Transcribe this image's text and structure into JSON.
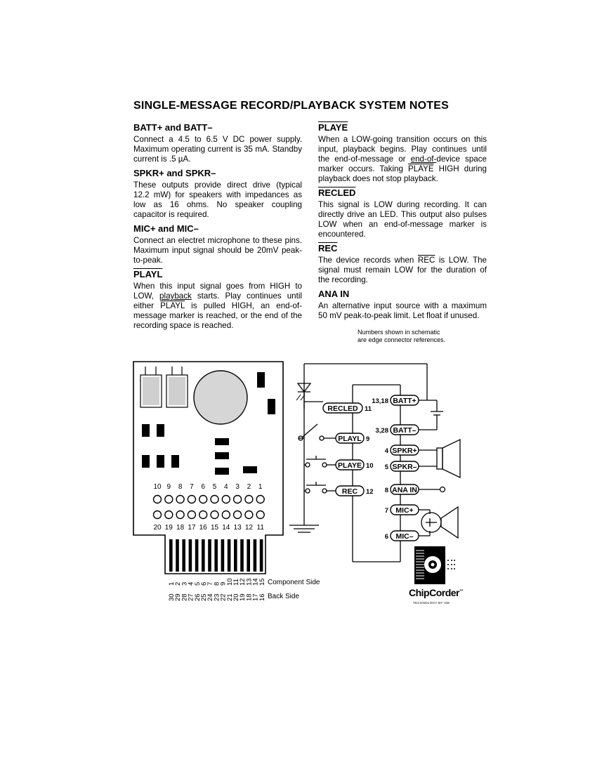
{
  "title": "SINGLE-MESSAGE RECORD/PLAYBACK SYSTEM NOTES",
  "left_sections": [
    {
      "heading": "BATT+ and BATT–",
      "text": "Connect a 4.5 to 6.5 V DC power supply. Maximum operating current is 35 mA. Standby current is .5 µA."
    },
    {
      "heading": "SPKR+ and SPKR–",
      "text": "These outputs provide direct drive (typical 12.2 mW) for speakers with impedances as low as 16 ohms. No speaker coupling capacitor is required."
    },
    {
      "heading": "MIC+ and MIC–",
      "text": "Connect an electret microphone to these pins. Maximum input signal should be 20mV peak-to-peak."
    },
    {
      "heading": "PLAYL",
      "text_a": "When this input signal goes from HIGH to LOW, ",
      "text_u1": "playback",
      "text_b": " starts. Play continues until either ",
      "text_ol": "PLAYL",
      "text_c": " is pulled HIGH, an end-of-message marker is reached, or the end of the recording space is reached."
    }
  ],
  "right_sections": [
    {
      "heading": "PLAYE",
      "text_a": "When a LOW-going transition occurs on this input, playback begins. Play continues until the end-of-message or ",
      "text_u": "end-of-",
      "text_b": "device space marker occurs. Taking ",
      "text_ol": "PLAYE",
      "text_c": " HIGH during playback does not stop playback."
    },
    {
      "heading": "RECLED",
      "text": "This signal is LOW during recording. It can directly drive an LED. This output also pulses LOW when an end-of-message marker is encountered."
    },
    {
      "heading": "REC",
      "text_a": "The device records when ",
      "text_ol": "REC",
      "text_b": " is LOW. The signal must remain LOW for the duration of the recording."
    },
    {
      "heading": "ANA IN",
      "text": "An alternative input source with a maximum 50 mV peak-to-peak limit. Let float if unused."
    }
  ],
  "note": "Numbers shown in schematic are edge connector references.",
  "board": {
    "top_numbers": [
      "10",
      "9",
      "8",
      "7",
      "6",
      "5",
      "4",
      "3",
      "2",
      "1"
    ],
    "bottom_numbers": [
      "20",
      "19",
      "18",
      "17",
      "16",
      "15",
      "14",
      "13",
      "12",
      "11"
    ]
  },
  "connector": {
    "component_side_numbers": [
      "1",
      "2",
      "3",
      "4",
      "5",
      "6",
      "7",
      "8",
      "9",
      "10",
      "11",
      "12",
      "13",
      "14",
      "15"
    ],
    "back_side_numbers": [
      "30",
      "29",
      "28",
      "27",
      "26",
      "25",
      "24",
      "23",
      "22",
      "21",
      "20",
      "19",
      "18",
      "17",
      "16"
    ],
    "component_side_label": "Component Side",
    "back_side_label": "Back Side"
  },
  "schematic": {
    "pins": [
      {
        "label": "RECLED",
        "ref": "11"
      },
      {
        "label": "PLAYL",
        "ref": "9"
      },
      {
        "label": "PLAYE",
        "ref": "10"
      },
      {
        "label": "REC",
        "ref": "12"
      },
      {
        "label": "BATT+",
        "ref": "13,18"
      },
      {
        "label": "BATT–",
        "ref": "3,28"
      },
      {
        "label": "SPKR+",
        "ref": "4"
      },
      {
        "label": "SPKR–",
        "ref": "5"
      },
      {
        "label": "ANA IN",
        "ref": "8"
      },
      {
        "label": "MIC+",
        "ref": "7"
      },
      {
        "label": "MIC–",
        "ref": "6"
      }
    ]
  },
  "logo": {
    "name": "ChipCorder",
    "tm": "™",
    "tagline": "TECHNOLOGY BY ISD"
  }
}
